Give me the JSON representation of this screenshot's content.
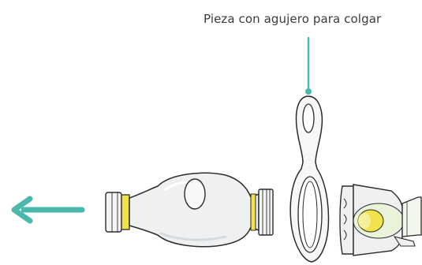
{
  "callout": {
    "text": "Pieza con agujero para colgar"
  },
  "colors": {
    "accent": "#4bb8ad",
    "outline": "#2b2b2b",
    "yellow": "#f1e14b",
    "body_fill": "#eef0f1",
    "lens_fill": "#e9f3da"
  },
  "icons": {
    "arrow": "left-arrow",
    "callout_dot": "dot"
  }
}
